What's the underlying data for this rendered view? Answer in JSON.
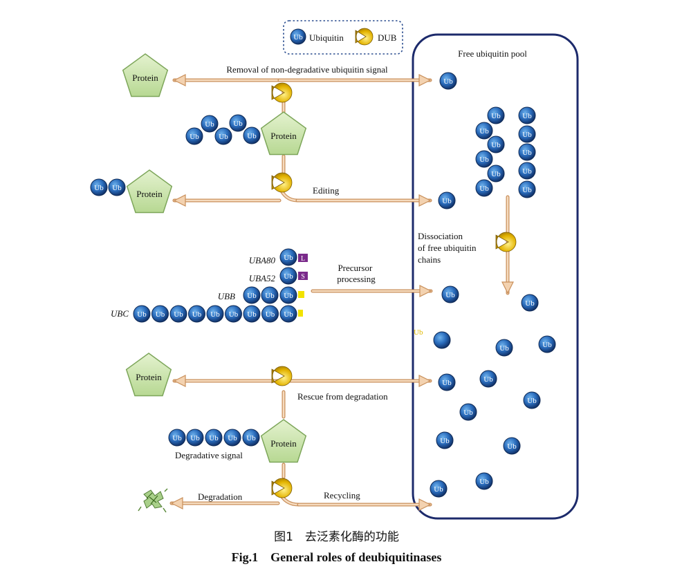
{
  "legend": {
    "ubiquitin_label": "Ubiquitin",
    "dub_label": "DUB"
  },
  "ub_label": "Ub",
  "protein_label": "Protein",
  "pool": {
    "title": "Free ubiquitin pool",
    "dissociation_text": [
      "Dissociation",
      "of free ubiquitin",
      "chains"
    ]
  },
  "labels": {
    "removal": "Removal of non-degradative ubiquitin signal",
    "editing": "Editing",
    "precursor": [
      "Precursor",
      "processing"
    ],
    "rescue": "Rescue from degradation",
    "degradative_signal": "Degradative signal",
    "degradation": "Degradation",
    "recycling": "Recycling",
    "loose_ub": "Ub"
  },
  "genes": {
    "uba80": "UBA80",
    "uba52": "UBA52",
    "ubb": "UBB",
    "ubc": "UBC",
    "tag_l": "L",
    "tag_s": "S"
  },
  "caption": {
    "cn": "图1　去泛素化酶的功能",
    "en": "Fig.1　General roles of deubiquitinases"
  },
  "colors": {
    "ub_blue": "#1d5fae",
    "dub_yellow": "#e6b900",
    "protein_green": "#cfe6b0",
    "pool_border": "#1c2a6b",
    "arrow": "#e9b98a",
    "tag_purple": "#7a2a8a"
  }
}
